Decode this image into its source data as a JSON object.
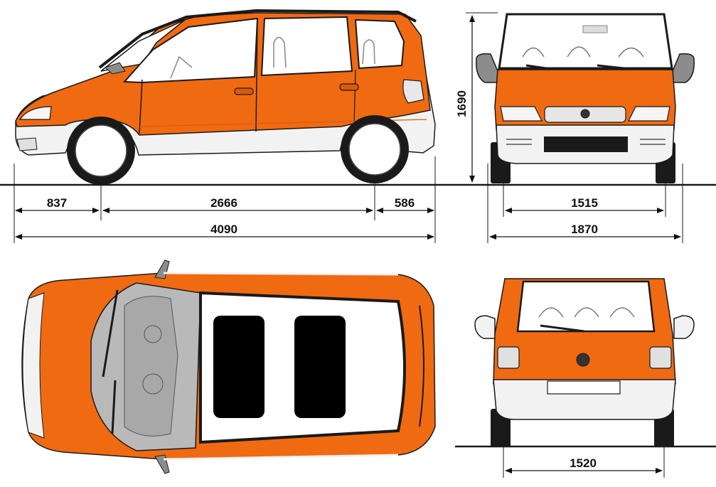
{
  "dimensions": {
    "front_overhang": "837",
    "wheelbase": "2666",
    "rear_overhang": "586",
    "overall_length": "4090",
    "height": "1690",
    "front_track": "1515",
    "overall_width": "1870",
    "rear_track": "1520"
  },
  "colors": {
    "body": "#f06a12",
    "lower_body": "#f2f2f2",
    "glass": "#ffffff",
    "interior_gray": "#b9b9b9",
    "tire": "#1a1a1a",
    "outline": "#1a1a1a",
    "mirror_gray": "#8c8c8c"
  }
}
